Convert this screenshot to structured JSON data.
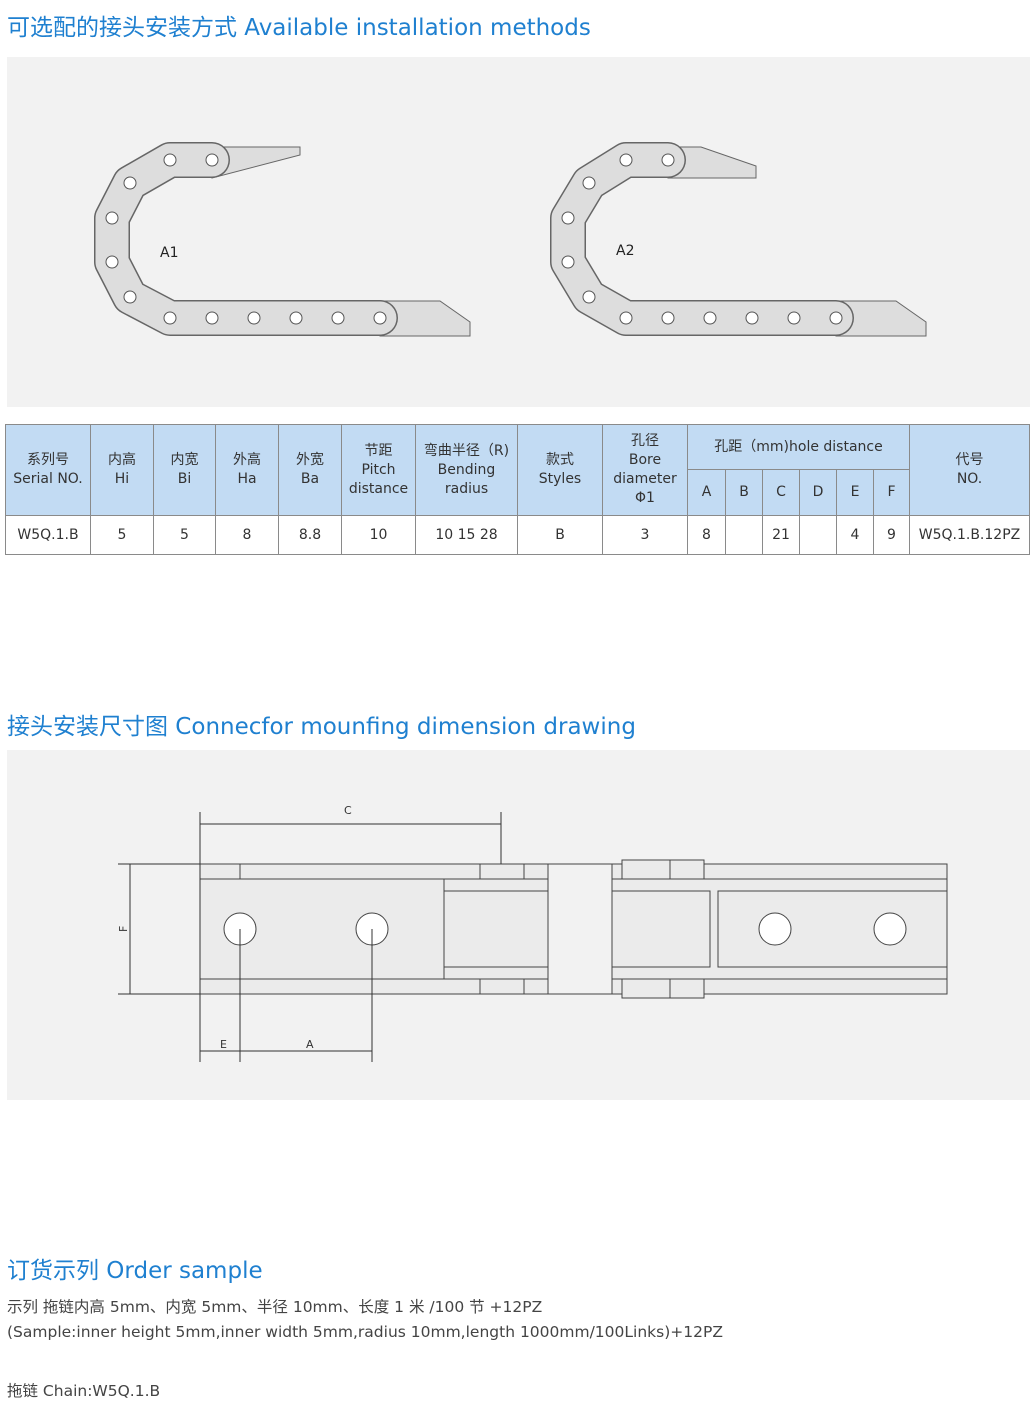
{
  "section1": {
    "title": "可选配的接头安装方式 Available installation methods",
    "labels": [
      "A1",
      "A2"
    ]
  },
  "table": {
    "headers": {
      "serial": [
        "系列号",
        "Serial NO."
      ],
      "hi": [
        "内高",
        "Hi"
      ],
      "bi": [
        "内宽",
        "Bi"
      ],
      "ha": [
        "外高",
        "Ha"
      ],
      "ba": [
        "外宽",
        "Ba"
      ],
      "pitch": [
        "节距",
        "Pitch",
        "distance"
      ],
      "radius": [
        "弯曲半径（R)",
        "Bending",
        "radius"
      ],
      "styles": [
        "款式",
        "Styles"
      ],
      "bore": [
        "孔径",
        "Bore",
        "diameter",
        "Φ1"
      ],
      "hole": "孔距（mm)hole distance",
      "holecols": [
        "A",
        "B",
        "C",
        "D",
        "E",
        "F"
      ],
      "no": [
        "代号",
        "NO."
      ]
    },
    "row": [
      "W5Q.1.B",
      "5",
      "5",
      "8",
      "8.8",
      "10",
      "10 15 28",
      "B",
      "3",
      "8",
      "",
      "21",
      "",
      "4",
      "9",
      "W5Q.1.B.12PZ"
    ]
  },
  "section2": {
    "title": "接头安装尺寸图 Connecfor mounfing dimension drawing",
    "dims": {
      "c": "C",
      "f": "F",
      "e": "E",
      "a": "A"
    }
  },
  "section3": {
    "title": "订货示列 Order sample",
    "line1": "示列 拖链内高 5mm、内宽 5mm、半径 10mm、长度 1 米 /100 节 +12PZ",
    "line2": "(Sample:inner height 5mm,inner width 5mm,radius 10mm,length 1000mm/100Links)+12PZ",
    "chain": "拖链 Chain:W5Q.1.B"
  }
}
